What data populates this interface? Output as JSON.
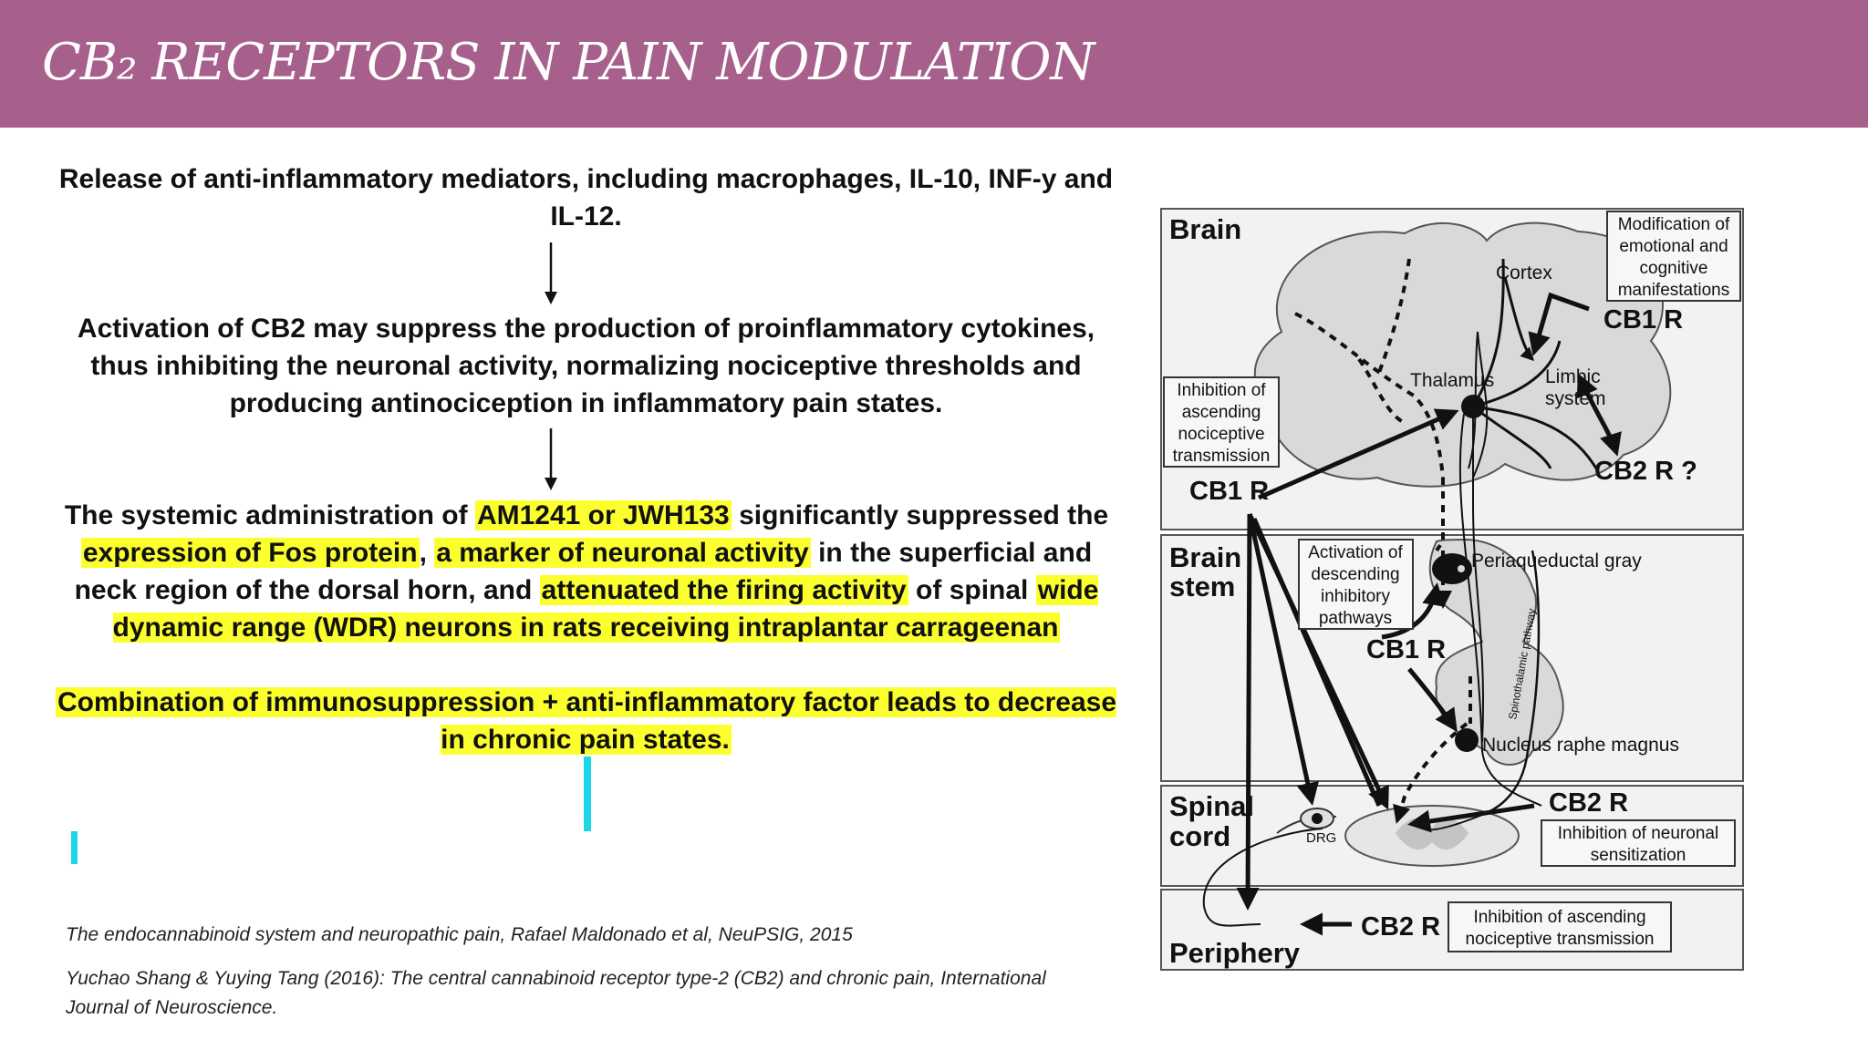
{
  "slide": {
    "title": "CB₂ RECEPTORS IN PAIN MODULATION",
    "accent_color": "#a7608b",
    "highlight_color": "#fcff2e"
  },
  "flow": {
    "step1": "Release of anti-inflammatory mediators, including macrophages, IL-10, INF-y and IL-12.",
    "step2": "Activation of CB2 may suppress the production of proinflammatory cytokines, thus inhibiting the neuronal activity, normalizing nociceptive thresholds and producing antinociception in inflammatory pain states.",
    "step3": {
      "t1": "The systemic administration of ",
      "h1": "AM1241 or JWH133",
      "t2": " significantly suppressed the ",
      "h2": "expression of Fos protein",
      "t3": ", ",
      "h3": "a marker of neuronal activity",
      "t4": " in the superficial and neck region of the dorsal horn, and ",
      "h4": "attenuated the firing activity",
      "t5": " of spinal ",
      "h5": "wide dynamic range (WDR) neurons in rats receiving intraplantar carrageenan"
    },
    "step4": "Combination of immunosuppression + anti-inflammatory factor leads to decrease in chronic pain states."
  },
  "references": [
    "The endocannabinoid system and neuropathic pain, Rafael Maldonado et al, NeuPSIG, 2015",
    "Yuchao Shang & Yuying Tang (2016): The central cannabinoid receptor type-2 (CB2) and chronic pain, International Journal of Neuroscience."
  ],
  "diagram": {
    "regions": {
      "brain": "Brain",
      "brainstem_1": "Brain",
      "brainstem_2": "stem",
      "spinal_1": "Spinal",
      "spinal_2": "cord",
      "periphery": "Periphery"
    },
    "labels": {
      "cortex": "Cortex",
      "thalamus": "Thalamus",
      "limbic_1": "Limbic",
      "limbic_2": "system",
      "pag": "Periaqueductal gray",
      "spinothalamic": "Spinothalamic pathway",
      "nrm": "Nucleus raphe magnus",
      "drg": "DRG"
    },
    "boxes": {
      "modification": [
        "Modification of",
        "emotional and",
        "cognitive",
        "manifestations"
      ],
      "inhibition_asc": [
        "Inhibition of",
        "ascending",
        "nociceptive",
        "transmission"
      ],
      "activation_desc": [
        "Activation of",
        "descending",
        "inhibitory",
        "pathways"
      ],
      "neuronal": [
        "Inhibition of neuronal",
        "sensitization"
      ],
      "periph_inhib": [
        "Inhibition of ascending",
        "nociceptive transmission"
      ]
    },
    "receptors": {
      "cb1_cortex": "CB1 R",
      "cb2_limbic": "CB2 R ?",
      "cb1_thalamus": "CB1 R",
      "cb1_brainstem": "CB1 R",
      "cb2_spinal": "CB2 R",
      "cb2_periphery": "CB2 R"
    }
  }
}
